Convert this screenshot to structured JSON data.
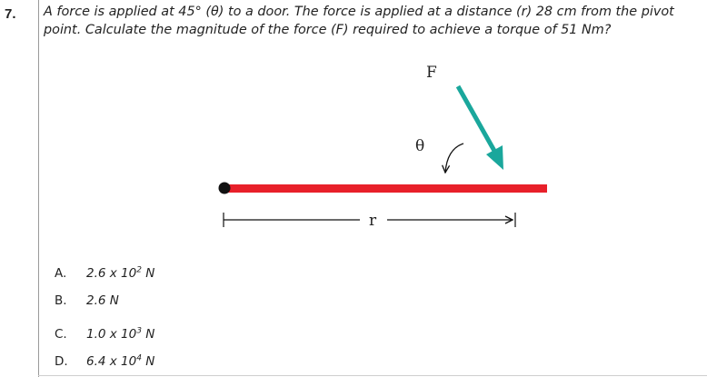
{
  "question": {
    "number": "7.",
    "line1": "A force is applied at 45° (θ) to a door. The force is applied at a distance (r) 28 cm from the pivot",
    "line2": "point. Calculate the magnitude of the force (F) required to achieve a torque of 51 Nm?"
  },
  "diagram": {
    "force_label": "F",
    "angle_label": "θ",
    "distance_label": "r",
    "colors": {
      "bar": "#e8202a",
      "force_arrow": "#1aa79c",
      "pivot": "#111111",
      "lines": "#111111"
    }
  },
  "options": [
    {
      "letter": "A.",
      "mantissa": "2.6 x 10",
      "exponent": "2",
      "unit": " N"
    },
    {
      "letter": "B.",
      "mantissa": "2.6 N",
      "exponent": "",
      "unit": ""
    },
    {
      "letter": "C.",
      "mantissa": "1.0 x 10",
      "exponent": "3",
      "unit": " N"
    },
    {
      "letter": "D.",
      "mantissa": "6.4 x 10",
      "exponent": "4",
      "unit": " N"
    }
  ]
}
